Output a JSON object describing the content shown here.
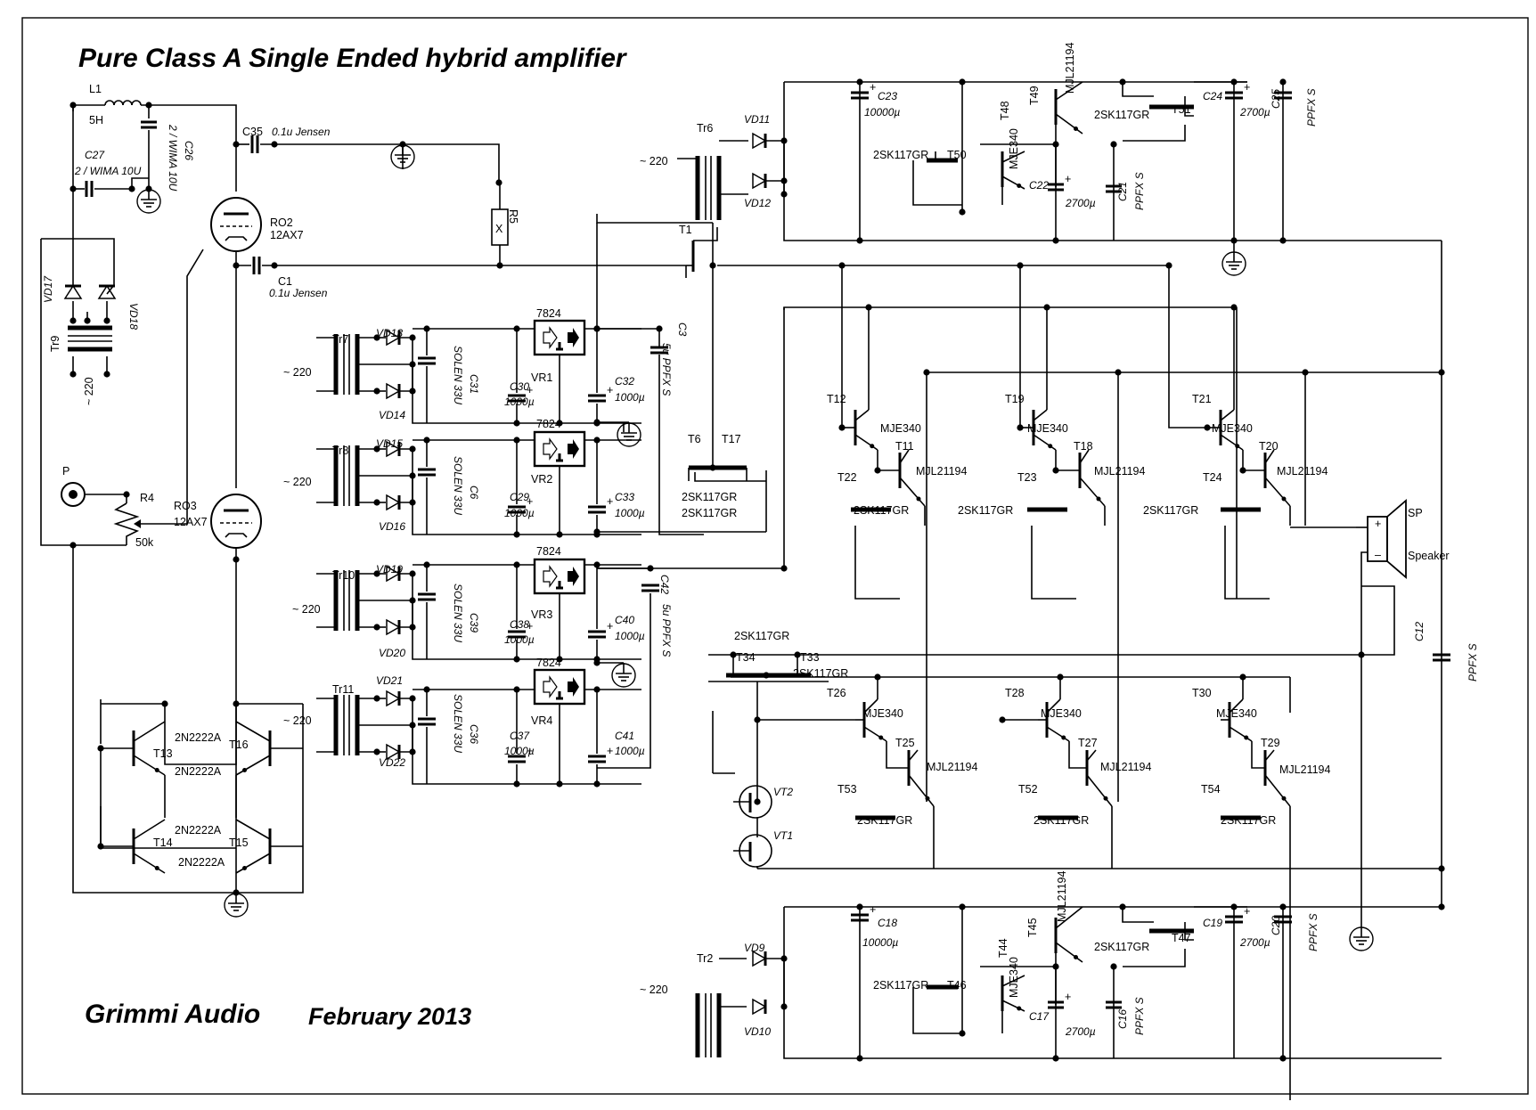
{
  "title": "Pure Class A Single Ended hybrid amplifier",
  "footer": {
    "brand": "Grimmi Audio",
    "date": "February 2013"
  },
  "labels": [
    {
      "id": "L1",
      "text": "L1"
    },
    {
      "id": "L1v",
      "text": "5H"
    },
    {
      "id": "C26",
      "text": "C26"
    },
    {
      "id": "C26v",
      "text": "2 / WIMA 10U"
    },
    {
      "id": "C27",
      "text": "C27"
    },
    {
      "id": "C27v",
      "text": "2 / WIMA 10U"
    },
    {
      "id": "C35",
      "text": "C35"
    },
    {
      "id": "C35v",
      "text": "0.1u Jensen"
    },
    {
      "id": "RO2",
      "text": "RO2"
    },
    {
      "id": "RO2v",
      "text": "12AX7"
    },
    {
      "id": "R5",
      "text": "R5"
    },
    {
      "id": "R5x",
      "text": "X"
    },
    {
      "id": "C1",
      "text": "C1"
    },
    {
      "id": "C1v",
      "text": "0.1u Jensen"
    },
    {
      "id": "VD17",
      "text": "VD17"
    },
    {
      "id": "VD18",
      "text": "VD18"
    },
    {
      "id": "Tr9",
      "text": "Tr9"
    },
    {
      "id": "Tr9v",
      "text": "~ 220"
    },
    {
      "id": "P",
      "text": "P"
    },
    {
      "id": "R4",
      "text": "R4"
    },
    {
      "id": "R4v",
      "text": "50k"
    },
    {
      "id": "RO3",
      "text": "RO3"
    },
    {
      "id": "RO3v",
      "text": "12AX7"
    },
    {
      "id": "Tr6",
      "text": "Tr6"
    },
    {
      "id": "Tr6v",
      "text": "~ 220"
    },
    {
      "id": "VD11",
      "text": "VD11"
    },
    {
      "id": "VD12",
      "text": "VD12"
    },
    {
      "id": "C23",
      "text": "C23"
    },
    {
      "id": "C23v",
      "text": "10000µ"
    },
    {
      "id": "T49n",
      "text": "MJL21194"
    },
    {
      "id": "T49",
      "text": "T49"
    },
    {
      "id": "T48",
      "text": "T48"
    },
    {
      "id": "T48n",
      "text": "MJE340"
    },
    {
      "id": "T51n",
      "text": "2SK117GR"
    },
    {
      "id": "T51",
      "text": "T51"
    },
    {
      "id": "C24",
      "text": "C24"
    },
    {
      "id": "C24v",
      "text": "2700µ"
    },
    {
      "id": "C25",
      "text": "C25"
    },
    {
      "id": "C25v",
      "text": "PPFX S"
    },
    {
      "id": "T50n",
      "text": "2SK117GR"
    },
    {
      "id": "T50",
      "text": "T50"
    },
    {
      "id": "C22",
      "text": "C22"
    },
    {
      "id": "C22v",
      "text": "2700µ"
    },
    {
      "id": "C21",
      "text": "C21"
    },
    {
      "id": "C21v",
      "text": "PPFX S"
    },
    {
      "id": "T1",
      "text": "T1"
    },
    {
      "id": "Tr7",
      "text": "Tr7"
    },
    {
      "id": "Tr7v",
      "text": "~ 220"
    },
    {
      "id": "VD13",
      "text": "VD13"
    },
    {
      "id": "VD14",
      "text": "VD14"
    },
    {
      "id": "C31",
      "text": "C31"
    },
    {
      "id": "C31v",
      "text": "SOLEN 33U"
    },
    {
      "id": "VR1r",
      "text": "7824"
    },
    {
      "id": "VR1",
      "text": "VR1"
    },
    {
      "id": "C30",
      "text": "C30"
    },
    {
      "id": "C30v",
      "text": "1000µ"
    },
    {
      "id": "C32",
      "text": "C32"
    },
    {
      "id": "C32v",
      "text": "1000µ"
    },
    {
      "id": "C3",
      "text": "C3"
    },
    {
      "id": "C3v",
      "text": "5u PPFX S"
    },
    {
      "id": "Tr8",
      "text": "Tr8"
    },
    {
      "id": "Tr8v",
      "text": "~ 220"
    },
    {
      "id": "VD15",
      "text": "VD15"
    },
    {
      "id": "VD16",
      "text": "VD16"
    },
    {
      "id": "C6",
      "text": "C6"
    },
    {
      "id": "C6v",
      "text": "SOLEN 33U"
    },
    {
      "id": "VR2r",
      "text": "7824"
    },
    {
      "id": "VR2",
      "text": "VR2"
    },
    {
      "id": "C29",
      "text": "C29"
    },
    {
      "id": "C29v",
      "text": "1000µ"
    },
    {
      "id": "C33",
      "text": "C33"
    },
    {
      "id": "C33v",
      "text": "1000µ"
    },
    {
      "id": "T6",
      "text": "T6"
    },
    {
      "id": "T17",
      "text": "T17"
    },
    {
      "id": "T6n",
      "text": "2SK117GR"
    },
    {
      "id": "T17n",
      "text": "2SK117GR"
    },
    {
      "id": "Tr10",
      "text": "Tr10"
    },
    {
      "id": "Tr10v",
      "text": "~ 220"
    },
    {
      "id": "VD19",
      "text": "VD19"
    },
    {
      "id": "VD20",
      "text": "VD20"
    },
    {
      "id": "C39",
      "text": "C39"
    },
    {
      "id": "C39v",
      "text": "SOLEN 33U"
    },
    {
      "id": "VR3r",
      "text": "7824"
    },
    {
      "id": "VR3",
      "text": "VR3"
    },
    {
      "id": "C38",
      "text": "C38"
    },
    {
      "id": "C38v",
      "text": "1000µ"
    },
    {
      "id": "C40",
      "text": "C40"
    },
    {
      "id": "C40v",
      "text": "1000µ"
    },
    {
      "id": "C42",
      "text": "C42"
    },
    {
      "id": "C42v",
      "text": "5u PPFX S"
    },
    {
      "id": "Tr11",
      "text": "Tr11"
    },
    {
      "id": "Tr11v",
      "text": "~ 220"
    },
    {
      "id": "VD21",
      "text": "VD21"
    },
    {
      "id": "VD22",
      "text": "VD22"
    },
    {
      "id": "C36",
      "text": "C36"
    },
    {
      "id": "C36v",
      "text": "SOLEN 33U"
    },
    {
      "id": "VR4r",
      "text": "7824"
    },
    {
      "id": "VR4",
      "text": "VR4"
    },
    {
      "id": "C37",
      "text": "C37"
    },
    {
      "id": "C37v",
      "text": "1000µ"
    },
    {
      "id": "C41",
      "text": "C41"
    },
    {
      "id": "C41v",
      "text": "1000µ"
    },
    {
      "id": "T13",
      "text": "T13"
    },
    {
      "id": "T13n",
      "text": "2N2222A"
    },
    {
      "id": "T16",
      "text": "T16"
    },
    {
      "id": "T16n",
      "text": "2N2222A"
    },
    {
      "id": "T14",
      "text": "T14"
    },
    {
      "id": "T14n",
      "text": "2N2222A"
    },
    {
      "id": "T15",
      "text": "T15"
    },
    {
      "id": "T15n",
      "text": "2N2222A"
    },
    {
      "id": "T12",
      "text": "T12"
    },
    {
      "id": "T12n",
      "text": "MJE340"
    },
    {
      "id": "T11",
      "text": "T11"
    },
    {
      "id": "T11n",
      "text": "MJL21194"
    },
    {
      "id": "T22",
      "text": "T22"
    },
    {
      "id": "T22n",
      "text": "2SK117GR"
    },
    {
      "id": "T19",
      "text": "T19"
    },
    {
      "id": "T19n",
      "text": "MJE340"
    },
    {
      "id": "T18",
      "text": "T18"
    },
    {
      "id": "T18n",
      "text": "MJL21194"
    },
    {
      "id": "T23",
      "text": "T23"
    },
    {
      "id": "T23n",
      "text": "2SK117GR"
    },
    {
      "id": "T21",
      "text": "T21"
    },
    {
      "id": "T21n",
      "text": "MJE340"
    },
    {
      "id": "T20",
      "text": "T20"
    },
    {
      "id": "T20n",
      "text": "MJL21194"
    },
    {
      "id": "T24",
      "text": "T24"
    },
    {
      "id": "T24n",
      "text": "2SK117GR"
    },
    {
      "id": "SP",
      "text": "SP"
    },
    {
      "id": "Speaker",
      "text": "Speaker"
    },
    {
      "id": "SPp",
      "text": "+"
    },
    {
      "id": "SPm",
      "text": "–"
    },
    {
      "id": "C12",
      "text": "C12"
    },
    {
      "id": "C12v",
      "text": "PPFX S"
    },
    {
      "id": "T34top",
      "text": "2SK117GR"
    },
    {
      "id": "T34",
      "text": "T34"
    },
    {
      "id": "T33",
      "text": "T33"
    },
    {
      "id": "T33n",
      "text": "2SK117GR"
    },
    {
      "id": "T26",
      "text": "T26"
    },
    {
      "id": "T26n",
      "text": "MJE340"
    },
    {
      "id": "T25",
      "text": "T25"
    },
    {
      "id": "T25n",
      "text": "MJL21194"
    },
    {
      "id": "T28",
      "text": "T28"
    },
    {
      "id": "T28n",
      "text": "MJE340"
    },
    {
      "id": "T27",
      "text": "T27"
    },
    {
      "id": "T27n",
      "text": "MJL21194"
    },
    {
      "id": "T30",
      "text": "T30"
    },
    {
      "id": "T30n",
      "text": "MJE340"
    },
    {
      "id": "T29",
      "text": "T29"
    },
    {
      "id": "T29n",
      "text": "MJL21194"
    },
    {
      "id": "T53",
      "text": "T53"
    },
    {
      "id": "T53n",
      "text": "2SK117GR"
    },
    {
      "id": "T52",
      "text": "T52"
    },
    {
      "id": "T52n",
      "text": "2SK117GR"
    },
    {
      "id": "T54",
      "text": "T54"
    },
    {
      "id": "T54n",
      "text": "2SK117GR"
    },
    {
      "id": "VT2",
      "text": "VT2"
    },
    {
      "id": "VT1",
      "text": "VT1"
    },
    {
      "id": "C18",
      "text": "C18"
    },
    {
      "id": "C18v",
      "text": "10000µ"
    },
    {
      "id": "T45n",
      "text": "MJL21194"
    },
    {
      "id": "T45",
      "text": "T45"
    },
    {
      "id": "T44",
      "text": "T44"
    },
    {
      "id": "T44n",
      "text": "MJE340"
    },
    {
      "id": "T47n",
      "text": "2SK117GR"
    },
    {
      "id": "T47",
      "text": "T47"
    },
    {
      "id": "C19",
      "text": "C19"
    },
    {
      "id": "C19v",
      "text": "2700µ"
    },
    {
      "id": "C20",
      "text": "C20"
    },
    {
      "id": "C20v",
      "text": "PPFX S"
    },
    {
      "id": "T46n",
      "text": "2SK117GR"
    },
    {
      "id": "T46",
      "text": "T46"
    },
    {
      "id": "C17",
      "text": "C17"
    },
    {
      "id": "C17v",
      "text": "2700µ"
    },
    {
      "id": "C16",
      "text": "C16"
    },
    {
      "id": "C16v",
      "text": "PPFX S"
    },
    {
      "id": "Tr2",
      "text": "Tr2"
    },
    {
      "id": "Tr2v",
      "text": "~ 220"
    },
    {
      "id": "VD9",
      "text": "VD9"
    },
    {
      "id": "VD10",
      "text": "VD10"
    }
  ]
}
